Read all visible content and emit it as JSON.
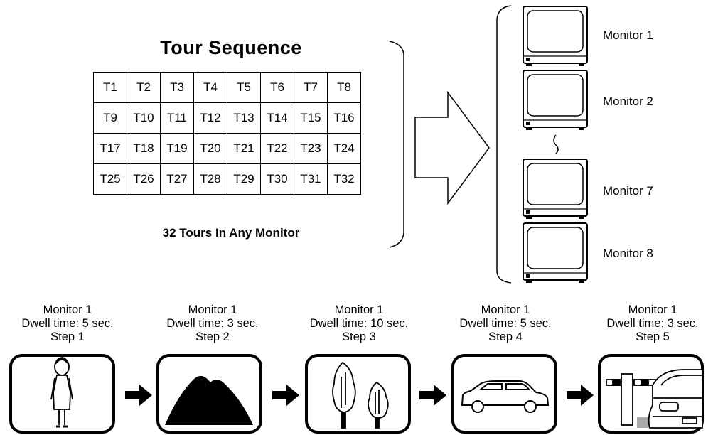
{
  "tour_sequence": {
    "title": "Tour Sequence",
    "tours": [
      [
        "T1",
        "T2",
        "T3",
        "T4",
        "T5",
        "T6",
        "T7",
        "T8"
      ],
      [
        "T9",
        "T10",
        "T11",
        "T12",
        "T13",
        "T14",
        "T15",
        "T16"
      ],
      [
        "T17",
        "T18",
        "T19",
        "T20",
        "T21",
        "T22",
        "T23",
        "T24"
      ],
      [
        "T25",
        "T26",
        "T27",
        "T28",
        "T29",
        "T30",
        "T31",
        "T32"
      ]
    ],
    "caption": "32 Tours In Any Monitor"
  },
  "monitors": [
    {
      "label": "Monitor 1"
    },
    {
      "label": "Monitor 2"
    },
    {
      "label": "Monitor 7"
    },
    {
      "label": "Monitor 8"
    }
  ],
  "steps": [
    {
      "monitor": "Monitor 1",
      "dwell": "Dwell time: 5 sec.",
      "step": "Step 1",
      "icon": "person-icon"
    },
    {
      "monitor": "Monitor 1",
      "dwell": "Dwell time: 3 sec.",
      "step": "Step 2",
      "icon": "mountain-icon"
    },
    {
      "monitor": "Monitor 1",
      "dwell": "Dwell time: 10 sec.",
      "step": "Step 3",
      "icon": "trees-icon"
    },
    {
      "monitor": "Monitor 1",
      "dwell": "Dwell time: 5 sec.",
      "step": "Step 4",
      "icon": "car-icon"
    },
    {
      "monitor": "Monitor 1",
      "dwell": "Dwell time: 3 sec.",
      "step": "Step 5",
      "icon": "gate-car-icon"
    }
  ]
}
